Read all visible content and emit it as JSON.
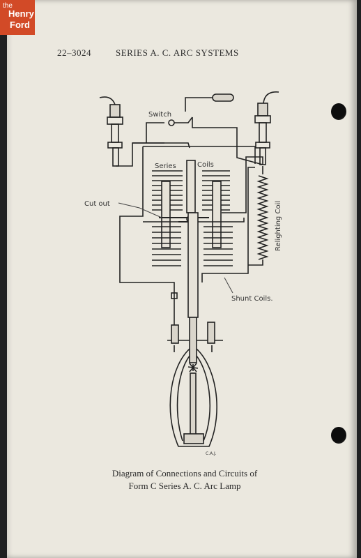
{
  "logo": {
    "line1": "the",
    "line2": "Henry",
    "line3": "Ford"
  },
  "header": {
    "page_number": "22–3024",
    "title": "SERIES A. C. ARC SYSTEMS"
  },
  "diagram": {
    "labels": {
      "switch": "Switch",
      "series": "Series",
      "coils": "Coils",
      "cutout": "Cut out",
      "shunt": "Shunt Coils.",
      "relighting": "Relighting Coil",
      "signature": "C.A.J."
    }
  },
  "caption": {
    "line1": "Diagram of Connections and Circuits of",
    "line2": "Form C Series A. C. Arc Lamp"
  }
}
